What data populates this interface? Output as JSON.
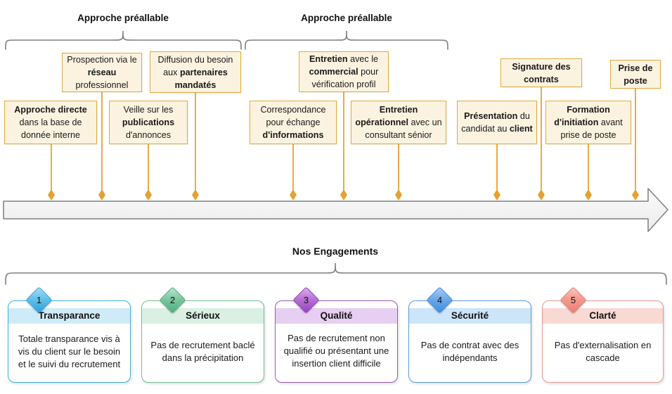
{
  "phases": [
    {
      "label": "Approche préallable"
    },
    {
      "label": "Approche préallable"
    }
  ],
  "engagements_title": "Nos Engagements",
  "milestones": [
    {
      "name": "approche-directe",
      "parts": [
        {
          "t": "Approche directe",
          "bold": true
        },
        {
          "t": " dans la base de donnée interne",
          "bold": false
        }
      ]
    },
    {
      "name": "prospection-reseau",
      "parts": [
        {
          "t": "Prospection via le ",
          "bold": false
        },
        {
          "t": "réseau",
          "bold": true
        },
        {
          "t": " professionnel",
          "bold": false
        }
      ]
    },
    {
      "name": "veille-publications",
      "parts": [
        {
          "t": "Veille sur les ",
          "bold": false
        },
        {
          "t": "publications",
          "bold": true
        },
        {
          "t": " d'annonces",
          "bold": false
        }
      ]
    },
    {
      "name": "diffusion-partenaires",
      "parts": [
        {
          "t": "Diffusion du besoin aux ",
          "bold": false
        },
        {
          "t": "partenaires mandatés",
          "bold": true
        }
      ]
    },
    {
      "name": "correspondance-informations",
      "parts": [
        {
          "t": "Correspondance pour échange ",
          "bold": false
        },
        {
          "t": "d'informations",
          "bold": true
        }
      ]
    },
    {
      "name": "entretien-commercial",
      "parts": [
        {
          "t": "Entretien",
          "bold": true
        },
        {
          "t": " avec le ",
          "bold": false
        },
        {
          "t": "commercial",
          "bold": true
        },
        {
          "t": " pour vérification profil",
          "bold": false
        }
      ]
    },
    {
      "name": "entretien-operationnel",
      "parts": [
        {
          "t": "Entretien opérationnel",
          "bold": true
        },
        {
          "t": " avec un consultant sénior",
          "bold": false
        }
      ]
    },
    {
      "name": "presentation-client",
      "parts": [
        {
          "t": "Présentation",
          "bold": true
        },
        {
          "t": " du candidat au ",
          "bold": false
        },
        {
          "t": "client",
          "bold": true
        }
      ]
    },
    {
      "name": "signature-contrats",
      "parts": [
        {
          "t": "Signature des contrats",
          "bold": true
        }
      ]
    },
    {
      "name": "formation-initiation",
      "parts": [
        {
          "t": "Formation d'initiation",
          "bold": true
        },
        {
          "t": " avant prise de poste",
          "bold": false
        }
      ]
    },
    {
      "name": "prise-de-poste",
      "parts": [
        {
          "t": "Prise de poste",
          "bold": true
        }
      ]
    }
  ],
  "engagements": [
    {
      "num": "1",
      "title": "Transparance",
      "body": "Totale transparance vis à vis du client sur le besoin et le suivi du recrutement",
      "accent": "#41B0DC",
      "band": "#D0EBF8",
      "diamond": "#2E9FD9"
    },
    {
      "num": "2",
      "title": "Sérieux",
      "body": "Pas de recrutement baclé dans la précipitation",
      "accent": "#72BE92",
      "band": "#D9F0E3",
      "diamond": "#4CAE7E"
    },
    {
      "num": "3",
      "title": "Qualité",
      "body": "Pas de recrutement non qualifié ou présentant une insertion client difficile",
      "accent": "#9C59B8",
      "band": "#E6CFF2",
      "diamond": "#9243BE"
    },
    {
      "num": "4",
      "title": "Sécurité",
      "body": "Pas de contrat avec des indépendants",
      "accent": "#5B9BD5",
      "band": "#CCE5F8",
      "diamond": "#3D8EE0"
    },
    {
      "num": "5",
      "title": "Clarté",
      "body": "Pas d'externalisation en cascade",
      "accent": "#E9978E",
      "band": "#F9D9D4",
      "diamond": "#EE7E72"
    }
  ],
  "colors": {
    "milestone_box_bg": "#FBF3E0",
    "milestone_box_border": "#E2A93B",
    "connector": "#E5A230",
    "timeline_fill": "#F4F4F4",
    "timeline_border": "#7F7F7F",
    "brace": "#7F7F7F"
  }
}
